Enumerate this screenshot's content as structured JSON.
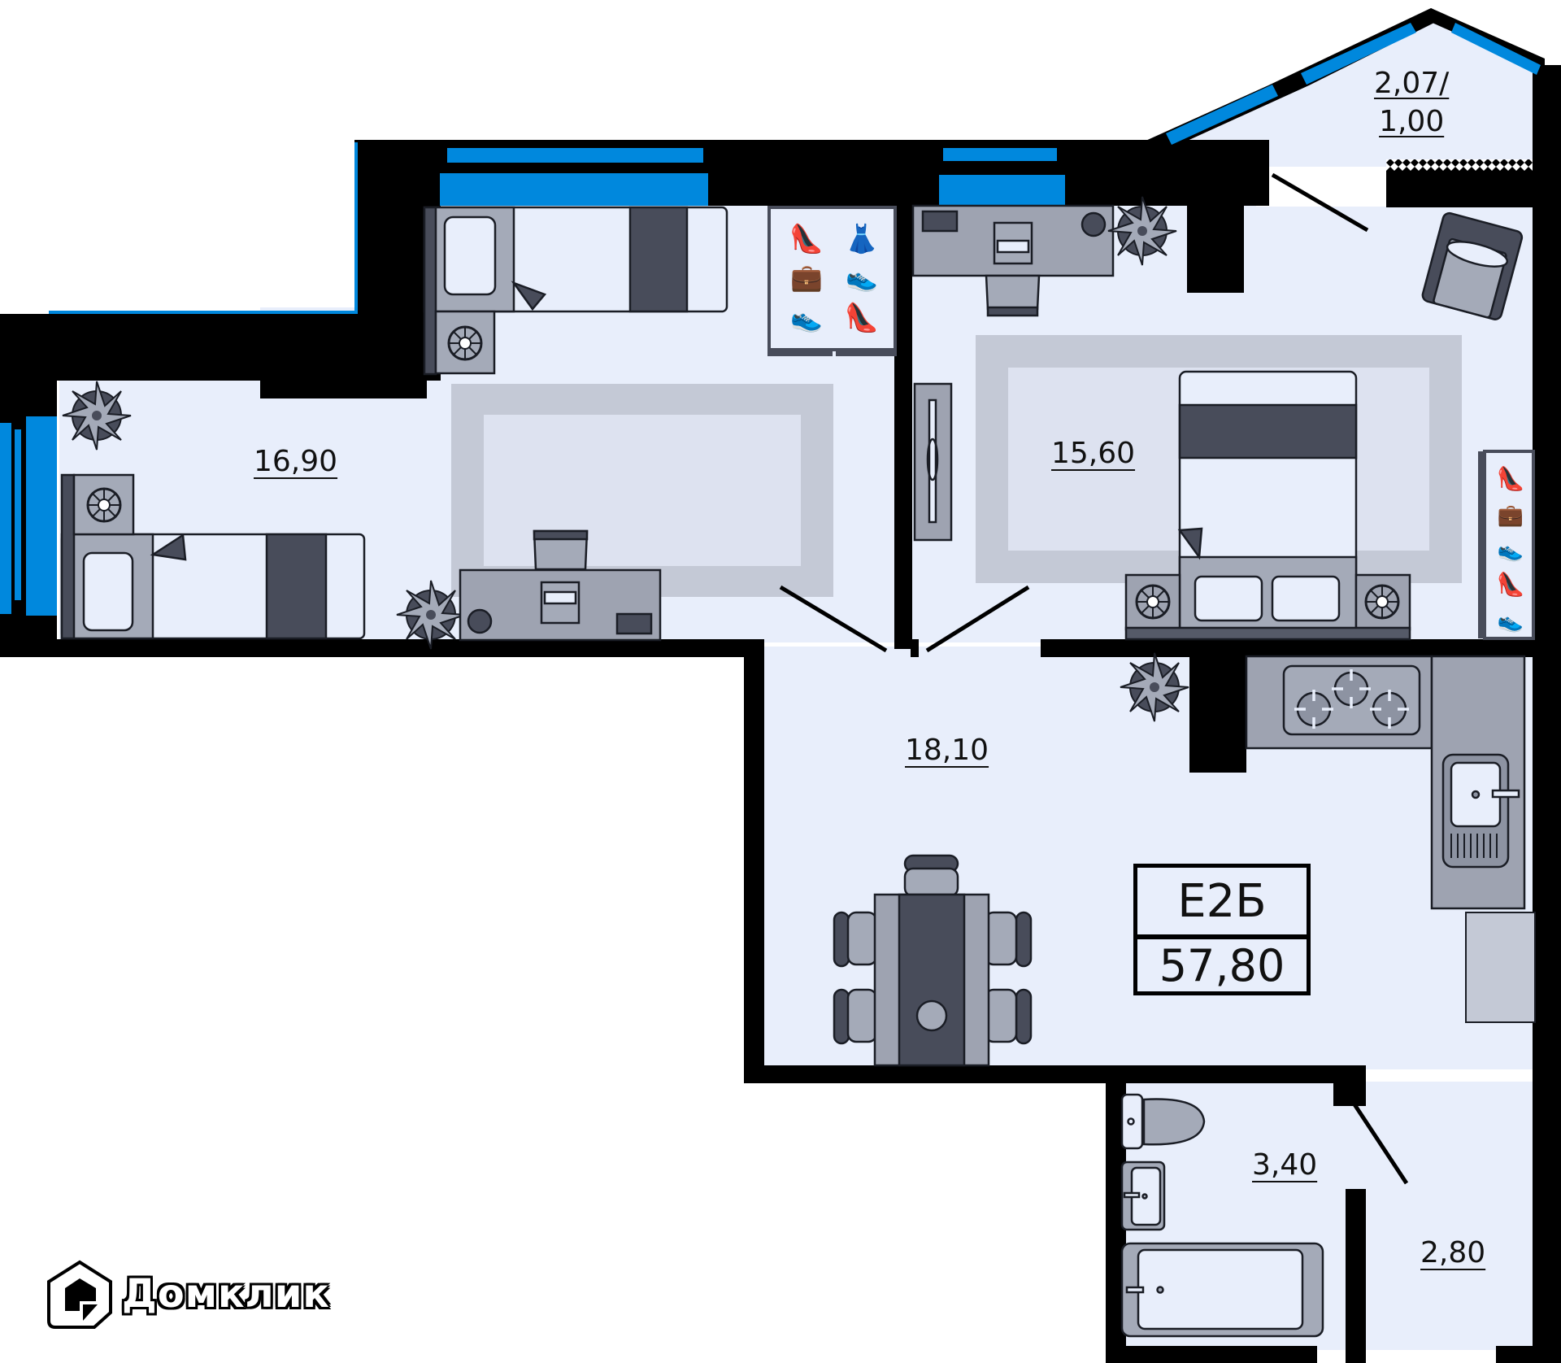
{
  "plan": {
    "apartment_code": "Е2Б",
    "total_area": "57,80",
    "rooms": [
      {
        "name": "bedroom-left",
        "area": "16,90"
      },
      {
        "name": "bedroom-right",
        "area": "15,60"
      },
      {
        "name": "living-kitchen",
        "area": "18,10"
      },
      {
        "name": "bathroom",
        "area": "3,40"
      },
      {
        "name": "hallway",
        "area": "2,80"
      }
    ],
    "balcony": {
      "area_full": "2,07/",
      "area_reduced": "1,00"
    }
  },
  "branding": {
    "logo_text": "Домклик"
  },
  "colors": {
    "floor": "#e8eefb",
    "wall": "#000000",
    "window": "#0088dd",
    "furniture_light": "#a4aab8",
    "furniture_dark": "#484c5a",
    "rug_outer": "#c4c9d6",
    "rug_inner": "#dde2f0"
  },
  "icons": [
    "bed-icon",
    "desk-icon",
    "plant-icon",
    "wardrobe-icon",
    "dining-table-icon",
    "stove-icon",
    "sink-icon",
    "toilet-icon",
    "bathtub-icon",
    "armchair-icon",
    "fridge-icon"
  ]
}
